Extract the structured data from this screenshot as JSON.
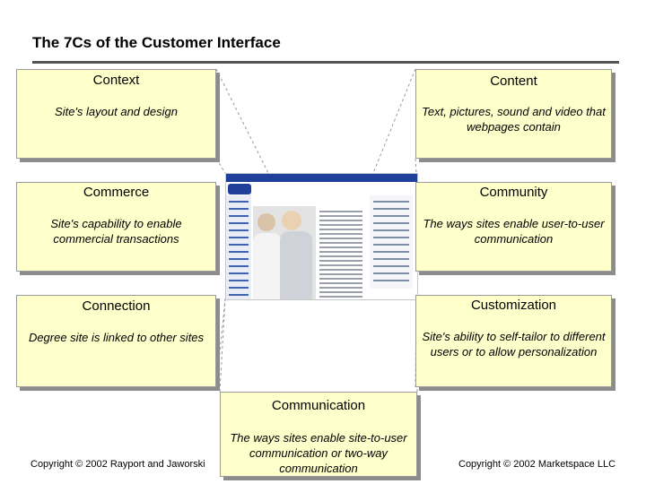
{
  "title": "The 7Cs of the Customer Interface",
  "boxes": {
    "context": {
      "heading": "Context",
      "description": "Site's layout and design"
    },
    "content": {
      "heading": "Content",
      "description": "Text, pictures, sound and video that webpages contain"
    },
    "commerce": {
      "heading": "Commerce",
      "description": "Site's capability to enable commercial transactions"
    },
    "community": {
      "heading": "Community",
      "description": "The ways sites enable user-to-user communication"
    },
    "connection": {
      "heading": "Connection",
      "description": "Degree site is linked to other sites"
    },
    "customization": {
      "heading": "Customization",
      "description": "Site's ability to self-tailor to different users or to allow personalization"
    },
    "communication": {
      "heading": "Communication",
      "description": "The ways sites enable site-to-user communication or two-way communication"
    }
  },
  "copyright_left": "Copyright © 2002 Rayport and Jaworski",
  "copyright_right": "Copyright © 2002 Marketspace LLC",
  "colors": {
    "box_fill": "#ffffcc",
    "box_shadow": "#8c8c8c",
    "title_rule": "#555555"
  }
}
